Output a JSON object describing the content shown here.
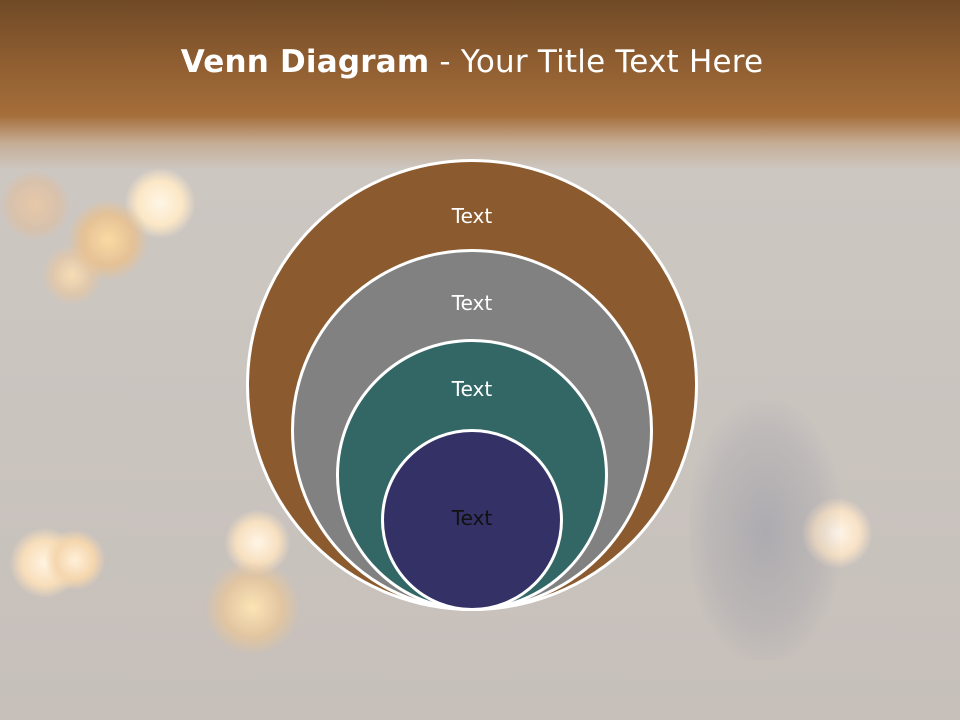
{
  "slide": {
    "title_bold": "Venn Diagram",
    "title_rest": " - Your Title Text Here",
    "colors": {
      "header_band": "#8a5a2f",
      "background": "#cdc8c4",
      "title_text": "#ffffff"
    }
  },
  "venn": {
    "circles": [
      {
        "label": "Text",
        "fill": "#8b5a2e",
        "label_color": "#ffffff"
      },
      {
        "label": "Text",
        "fill": "#818181",
        "label_color": "#ffffff"
      },
      {
        "label": "Text",
        "fill": "#336766",
        "label_color": "#ffffff"
      },
      {
        "label": "Text",
        "fill": "#333166",
        "label_color": "#111111"
      }
    ]
  }
}
